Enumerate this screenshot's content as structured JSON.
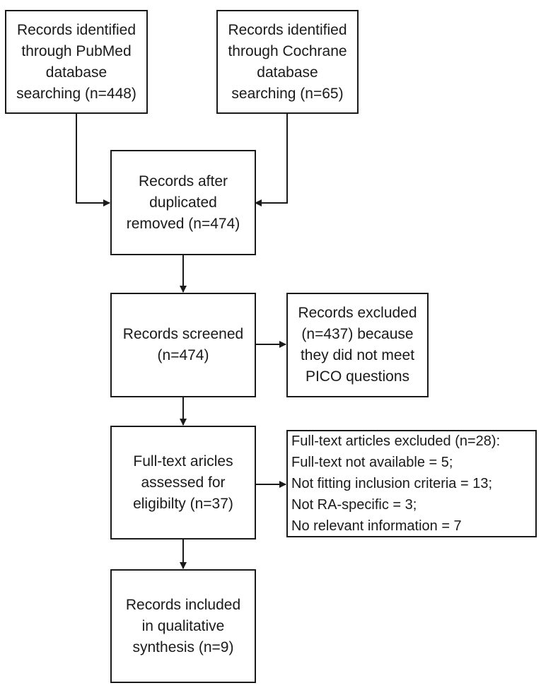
{
  "boxes": {
    "pubmed": {
      "lines": [
        "Records identified",
        "through PubMed",
        "database",
        "searching (n=448)"
      ]
    },
    "cochrane": {
      "lines": [
        "Records identified",
        "through Cochrane",
        "database",
        "searching (n=65)"
      ]
    },
    "after_duplicates": {
      "lines": [
        "Records after",
        "duplicated",
        "removed (n=474)"
      ]
    },
    "screened": {
      "lines": [
        "Records screened",
        "(n=474)"
      ]
    },
    "excluded_screen": {
      "lines": [
        "Records excluded",
        "(n=437) because",
        "they did not meet",
        "PICO questions"
      ]
    },
    "fulltext": {
      "lines": [
        "Full-text aricles",
        "assessed for",
        "eligibilty (n=37)"
      ]
    },
    "excluded_fulltext": {
      "lines": [
        "Full-text articles excluded (n=28):",
        "Full-text not available = 5;",
        "Not fitting inclusion criteria = 13;",
        "Not RA-specific = 3;",
        "No relevant information = 7"
      ]
    },
    "included": {
      "lines": [
        "Records included",
        "in qualitative",
        "synthesis (n=9)"
      ]
    }
  }
}
